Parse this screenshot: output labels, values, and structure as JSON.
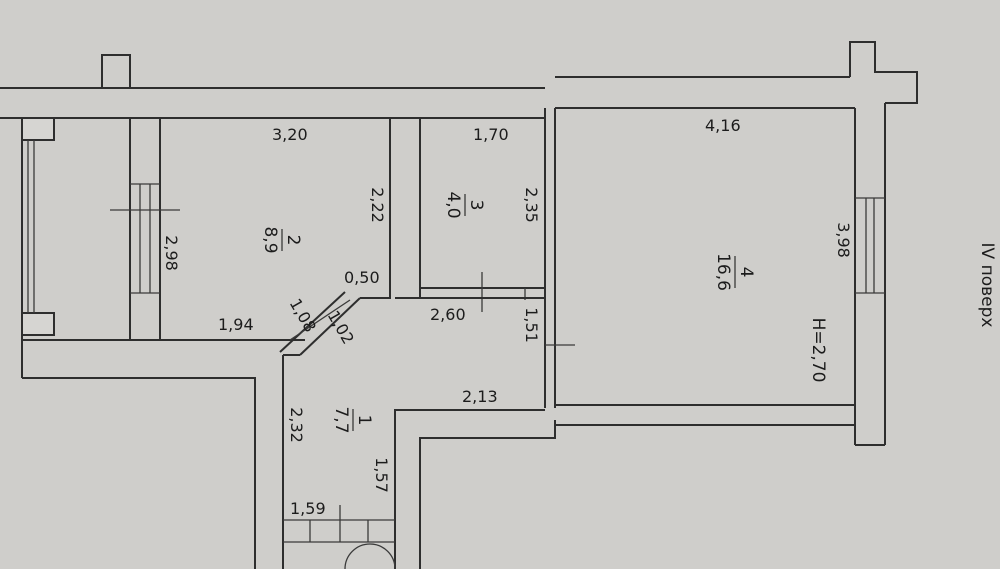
{
  "floor_label": "IV поверх",
  "ceiling_height": "H=2,70",
  "rooms": [
    {
      "id": "1",
      "number": "1",
      "area": "7,7"
    },
    {
      "id": "2",
      "number": "2",
      "area": "8,9"
    },
    {
      "id": "3",
      "number": "3",
      "area": "4,0"
    },
    {
      "id": "4",
      "number": "4",
      "area": "16,6"
    }
  ],
  "dimensions": {
    "room2_top": "3,20",
    "room2_right": "2,22",
    "room2_left": "2,98",
    "room2_bottom": "1,94",
    "room2_corner": "0,50",
    "diagonal_a": "1,08",
    "diagonal_b": "1,02",
    "room3_top": "1,70",
    "room3_right": "2,35",
    "room3_bottom": "2,60",
    "hall_right": "1,51",
    "hall_bottom": "2,13",
    "room1_left": "2,32",
    "room1_right": "1,57",
    "room1_bottom": "1,59",
    "room4_top": "4,16",
    "room4_right": "3,98"
  }
}
